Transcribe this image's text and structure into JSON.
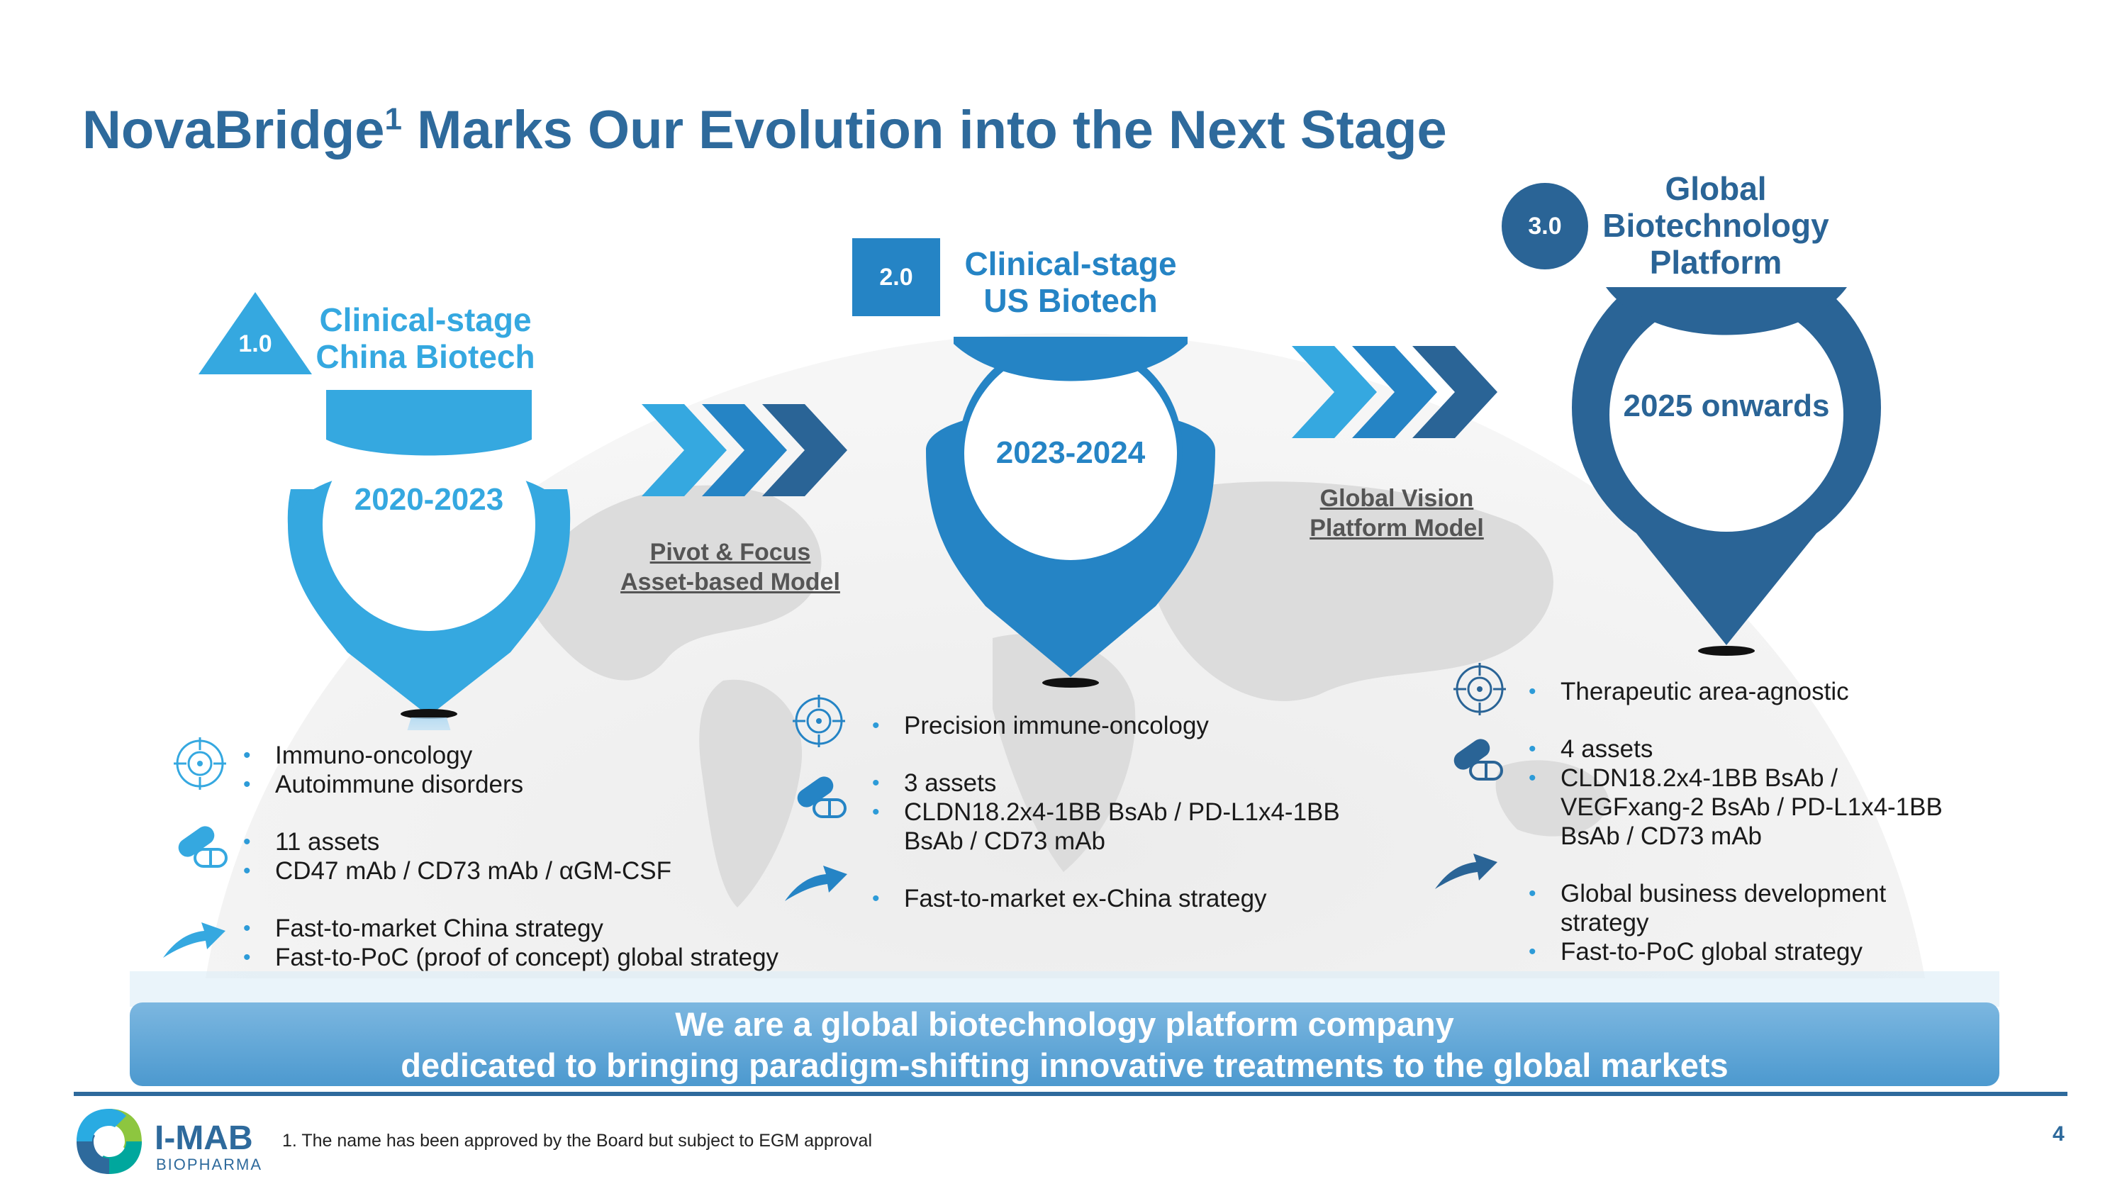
{
  "header": {
    "title_main": "NovaBridge",
    "title_sup": "1",
    "title_rest": " Marks Our Evolution into the Next Stage"
  },
  "phases": [
    {
      "badge": "1.0",
      "name_line1": "Clinical-stage",
      "name_line2": "China Biotech",
      "period": "2020-2023",
      "color": "#35A8E0",
      "groups": [
        [
          "Immuno-oncology",
          "Autoimmune disorders"
        ],
        [
          "11 assets",
          "CD47 mAb / CD73 mAb / αGM-CSF"
        ],
        [
          "Fast-to-market China strategy",
          "Fast-to-PoC (proof of concept) global strategy"
        ]
      ]
    },
    {
      "badge": "2.0",
      "name_line1": "Clinical-stage",
      "name_line2": "US Biotech",
      "period": "2023-2024",
      "color": "#2584C5",
      "groups": [
        [
          "Precision immune-oncology"
        ],
        [
          "3 assets",
          "CLDN18.2x4-1BB BsAb / PD-L1x4-1BB BsAb / CD73 mAb"
        ],
        [
          "Fast-to-market ex-China strategy"
        ]
      ]
    },
    {
      "badge": "3.0",
      "name_line1": "Global",
      "name_line2": "Biotechnology",
      "name_line3": "Platform",
      "period": "2025 onwards",
      "color": "#2A6496",
      "groups": [
        [
          "Therapeutic area-agnostic"
        ],
        [
          "4 assets",
          "CLDN18.2x4-1BB BsAb / VEGFxang-2 BsAb / PD-L1x4-1BB BsAb / CD73 mAb"
        ],
        [
          "Global business development strategy",
          "Fast-to-PoC global strategy"
        ]
      ]
    }
  ],
  "transitions": [
    {
      "line1": "Pivot & Focus",
      "line2": "Asset-based Model"
    },
    {
      "line1": "Global Vision",
      "line2": "Platform Model"
    }
  ],
  "banner": {
    "line1": "We are a global biotechnology platform company",
    "line2": "dedicated to bringing paradigm-shifting innovative treatments to the global markets"
  },
  "footer": {
    "footnote": "1. The name has been approved by the Board but subject to EGM approval",
    "page": "4",
    "logo_main": "I-MAB",
    "logo_sub": "BIOPHARMA"
  },
  "icons": [
    "target-icon",
    "pill-icon",
    "arrow-up-icon"
  ]
}
